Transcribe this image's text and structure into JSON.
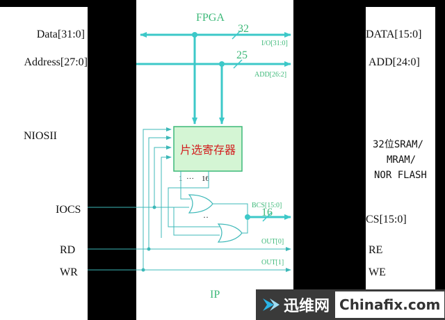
{
  "fpga": {
    "title": "FPGA",
    "ip_label": "IP"
  },
  "niosii": {
    "data": "Data[31:0]",
    "address": "Address[27:0]",
    "name": "NIOSII",
    "iocs": "IOCS",
    "rd": "RD",
    "wr": "WR"
  },
  "memory": {
    "data": "DATA[15:0]",
    "addr": "ADD[24:0]",
    "name_line1": "32位SRAM/",
    "name_line2": "MRAM/",
    "name_line3": "NOR FLASH",
    "cs": "CS[15:0]",
    "re": "RE",
    "we": "WE"
  },
  "buses": {
    "io_width": "32",
    "io_label": "I/O[31:0]",
    "add_width": "25",
    "add_label": "ADD[26:2]",
    "bcs_label": "BCS[15:0]",
    "bcs_width": "16",
    "out0": "OUT[0]",
    "out1": "OUT[1]"
  },
  "register": {
    "name": "片选寄存器",
    "pin_first": "1",
    "pin_dots": "···",
    "pin_last": "16",
    "gate_dots": "··"
  },
  "watermark": {
    "cn": "迅维网",
    "en": "Chinafix.com"
  },
  "colors": {
    "wire": "#3cb8b8",
    "bus": "#3cc8c8",
    "label_green": "#3cb878",
    "register_fill": "#d4f5d4",
    "register_border": "#3cb878",
    "register_text": "#d22020"
  }
}
